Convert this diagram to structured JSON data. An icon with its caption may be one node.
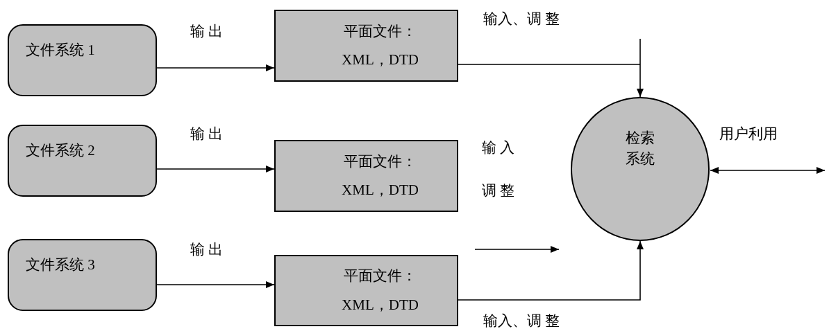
{
  "diagram": {
    "nodes": [
      {
        "text": [
          "文件系统 1"
        ]
      },
      {
        "text": [
          "文件系统 2"
        ]
      },
      {
        "text": [
          "文件系统 3"
        ]
      },
      {
        "text": [
          "平面文件：",
          "XML，DTD"
        ]
      },
      {
        "text": [
          "平面文件：",
          "XML，DTD"
        ]
      },
      {
        "text": [
          "平面文件：",
          "XML，DTD"
        ]
      },
      {
        "text": [
          "检索系统"
        ]
      }
    ],
    "edges": [
      {
        "from": 0,
        "to": 3,
        "arrow": "to",
        "label": "输 出"
      },
      {
        "from": 1,
        "to": 4,
        "arrow": "to",
        "label": "输 出"
      },
      {
        "from": 2,
        "to": 5,
        "arrow": "to",
        "label": "输 出"
      },
      {
        "from": 3,
        "to": 6,
        "arrow": "to",
        "label": "输入、调 整"
      },
      {
        "from": null,
        "to": 6,
        "arrow": "to"
      },
      {
        "from": 5,
        "to": 6,
        "arrow": "to",
        "label": "输入、调 整"
      },
      {
        "from": 6,
        "to": null,
        "arrow": "both",
        "label": "用户利用"
      }
    ],
    "labels": [
      "输 入",
      "调 整"
    ]
  }
}
